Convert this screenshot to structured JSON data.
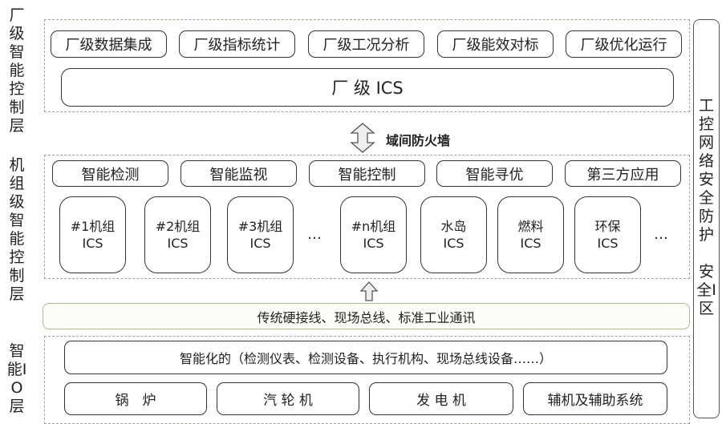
{
  "left_labels": {
    "plant_layer": "厂级智能控制层",
    "unit_layer": "机组级智能控制层",
    "io_layer": "智能IO层"
  },
  "plant": {
    "apps": [
      "厂级数据集成",
      "厂级指标统计",
      "厂级工况分析",
      "厂级能效对标",
      "厂级优化运行"
    ],
    "ics": "厂 级 ICS"
  },
  "firewall": "域间防火墙",
  "unit": {
    "apps": [
      "智能检测",
      "智能监视",
      "智能控制",
      "智能寻优",
      "第三方应用"
    ],
    "systems": [
      "#1机组\nICS",
      "#2机组\nICS",
      "#3机组\nICS",
      "#n机组\nICS",
      "水岛\nICS",
      "燃料\nICS",
      "环保\nICS"
    ],
    "ellipsis": "…"
  },
  "comm": "传统硬接线、现场总线、标准工业通讯",
  "io": {
    "devices": "智能化的（检测仪表、检测设备、执行机构、现场总线设备……）",
    "equipment": [
      "锅　炉",
      "汽 轮 机",
      "发 电 机",
      "辅机及辅助系统"
    ]
  },
  "security": "工控网络安全防护\n\n安全Ⅰ区"
}
